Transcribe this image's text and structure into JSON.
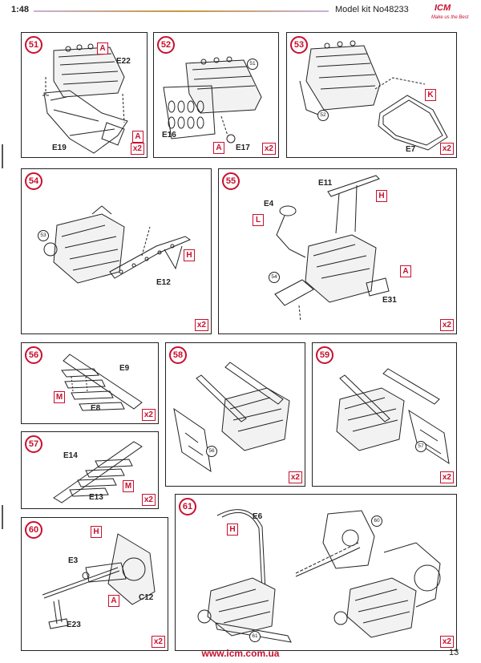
{
  "header": {
    "scale": "1:48",
    "kit": "Model kit No48233",
    "brand": "ICM",
    "tagline": "Make us the Best"
  },
  "steps": [
    {
      "number": "51",
      "parts": [
        "E22",
        "E19"
      ],
      "tags": [
        "A",
        "A"
      ],
      "refs": [],
      "multiplier": "x2"
    },
    {
      "number": "52",
      "parts": [
        "E16",
        "E17"
      ],
      "tags": [
        "A"
      ],
      "refs": [
        "51"
      ],
      "multiplier": "x2"
    },
    {
      "number": "53",
      "parts": [
        "E7"
      ],
      "tags": [
        "K"
      ],
      "refs": [
        "52"
      ],
      "multiplier": "x2"
    },
    {
      "number": "54",
      "parts": [
        "E12"
      ],
      "tags": [
        "H"
      ],
      "refs": [
        "53"
      ],
      "multiplier": "x2"
    },
    {
      "number": "55",
      "parts": [
        "E11",
        "E4",
        "E31"
      ],
      "tags": [
        "H",
        "L",
        "A"
      ],
      "refs": [
        "54"
      ],
      "multiplier": "x2"
    },
    {
      "number": "56",
      "parts": [
        "E9",
        "E8"
      ],
      "tags": [
        "M"
      ],
      "refs": [],
      "multiplier": "x2"
    },
    {
      "number": "57",
      "parts": [
        "E14",
        "E13"
      ],
      "tags": [
        "M"
      ],
      "refs": [],
      "multiplier": "x2"
    },
    {
      "number": "58",
      "parts": [],
      "tags": [],
      "refs": [
        "56"
      ],
      "multiplier": "x2"
    },
    {
      "number": "59",
      "parts": [],
      "tags": [],
      "refs": [
        "57"
      ],
      "multiplier": "x2"
    },
    {
      "number": "60",
      "parts": [
        "E3",
        "C12",
        "E23"
      ],
      "tags": [
        "H",
        "A"
      ],
      "refs": [],
      "multiplier": "x2"
    },
    {
      "number": "61",
      "parts": [
        "E6"
      ],
      "tags": [
        "H"
      ],
      "refs": [
        "60",
        "61"
      ],
      "multiplier": "x2"
    }
  ],
  "footer": {
    "url": "www.icm.com.ua",
    "page": "13"
  },
  "colors": {
    "accent": "#c8102e",
    "line": "#222222"
  }
}
